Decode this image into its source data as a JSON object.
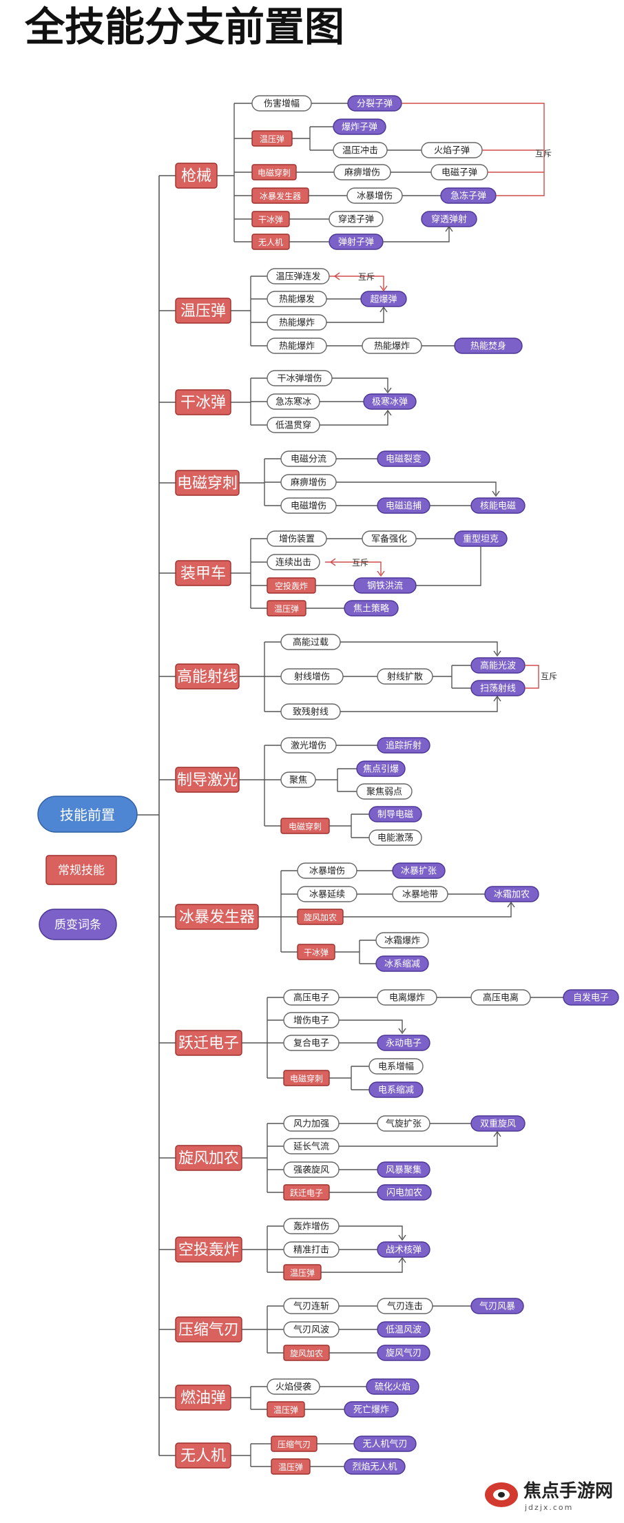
{
  "title": "全技能分支前置图",
  "legend": {
    "root": "技能前置",
    "normal": "常规技能",
    "quality": "质变词条"
  },
  "exclusive_label": "互斥",
  "colors": {
    "red_fill": "#d9625f",
    "red_stroke": "#9e2f2c",
    "purple_fill": "#7c62c8",
    "purple_stroke": "#4b3596",
    "root_fill": "#4f86d3",
    "line": "#555555",
    "exclusive": "#d14b4b"
  },
  "skills": [
    {
      "name": "枪械",
      "nodes": [
        "伤害增幅",
        "分裂子弹",
        "温压弹",
        "爆炸子弹",
        "温压冲击",
        "火焰子弹",
        "电磁穿刺",
        "麻痹增伤",
        "电磁子弹",
        "冰暴发生器",
        "冰暴增伤",
        "急冻子弹",
        "干冰弹",
        "穿透子弹",
        "穿透弹射",
        "无人机",
        "弹射子弹"
      ]
    },
    {
      "name": "温压弹",
      "nodes": [
        "温压弹连发",
        "热能爆发",
        "超爆弹",
        "热能爆炸",
        "热能爆炸",
        "热能爆炸",
        "热能焚身"
      ]
    },
    {
      "name": "干冰弹",
      "nodes": [
        "干冰弹增伤",
        "急冻寒冰",
        "极寒冰弹",
        "低温贯穿"
      ]
    },
    {
      "name": "电磁穿刺",
      "nodes": [
        "电磁分流",
        "电磁裂变",
        "麻痹增伤",
        "电磁增伤",
        "电磁追捕",
        "核能电磁"
      ]
    },
    {
      "name": "装甲车",
      "nodes": [
        "增伤装置",
        "军备强化",
        "重型坦克",
        "连续出击",
        "空投轰炸",
        "钢铁洪流",
        "温压弹",
        "焦土策略"
      ]
    },
    {
      "name": "高能射线",
      "nodes": [
        "高能过载",
        "射线增伤",
        "射线扩散",
        "高能光波",
        "扫荡射线",
        "致残射线"
      ]
    },
    {
      "name": "制导激光",
      "nodes": [
        "激光增伤",
        "追踪折射",
        "聚焦",
        "焦点引爆",
        "聚焦弱点",
        "电磁穿刺",
        "制导电磁",
        "电能激荡"
      ]
    },
    {
      "name": "冰暴发生器",
      "nodes": [
        "冰暴增伤",
        "冰暴扩张",
        "冰暴延续",
        "冰暴地带",
        "冰霜加农",
        "旋风加农",
        "干冰弹",
        "冰霜爆炸",
        "冰系缩减"
      ]
    },
    {
      "name": "跃迁电子",
      "nodes": [
        "高压电子",
        "电离爆炸",
        "高压电离",
        "自发电子",
        "增伤电子",
        "复合电子",
        "永动电子",
        "电磁穿刺",
        "电系增幅",
        "电系缩减"
      ]
    },
    {
      "name": "旋风加农",
      "nodes": [
        "风力加强",
        "气旋扩张",
        "双重旋风",
        "延长气流",
        "强袭旋风",
        "风暴聚集",
        "跃迁电子",
        "闪电加农"
      ]
    },
    {
      "name": "空投轰炸",
      "nodes": [
        "轰炸增伤",
        "精准打击",
        "战术核弹",
        "温压弹"
      ]
    },
    {
      "name": "压缩气刃",
      "nodes": [
        "气刃连斩",
        "气刃连击",
        "气刃风暴",
        "气刃风波",
        "低温风波",
        "旋风加农",
        "旋风气刃"
      ]
    },
    {
      "name": "燃油弹",
      "nodes": [
        "火焰侵袭",
        "硫化火焰",
        "温压弹",
        "死亡爆炸"
      ]
    },
    {
      "name": "无人机",
      "nodes": [
        "压缩气刃",
        "无人机气刃",
        "温压弹",
        "烈焰无人机"
      ]
    }
  ],
  "watermark": {
    "brand": "焦点手游网",
    "url": "jdzjx.com"
  }
}
